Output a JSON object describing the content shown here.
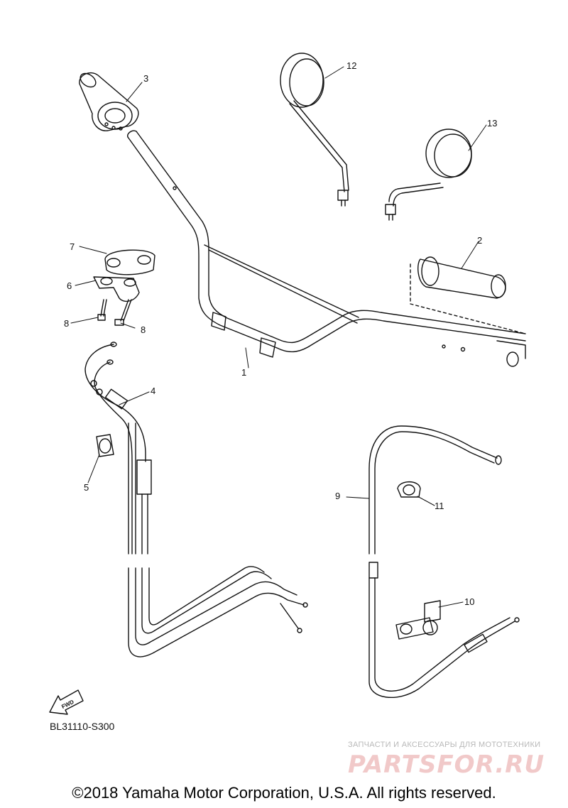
{
  "callouts": {
    "c1": "1",
    "c2": "2",
    "c3": "3",
    "c4": "4",
    "c5": "5",
    "c6": "6",
    "c7": "7",
    "c8a": "8",
    "c8b": "8",
    "c9": "9",
    "c10": "10",
    "c11": "11",
    "c12": "12",
    "c13": "13"
  },
  "fwd_label": "FWD",
  "diagram_code": "BL31110-S300",
  "watermark": {
    "tagline": "ЗАПЧАСТИ И АКСЕССУАРЫ ДЛЯ МОТОТЕХНИКИ",
    "logo": "PARTSFOR.RU"
  },
  "copyright": "©2018 Yamaha Motor Corporation, U.S.A. All rights reserved."
}
